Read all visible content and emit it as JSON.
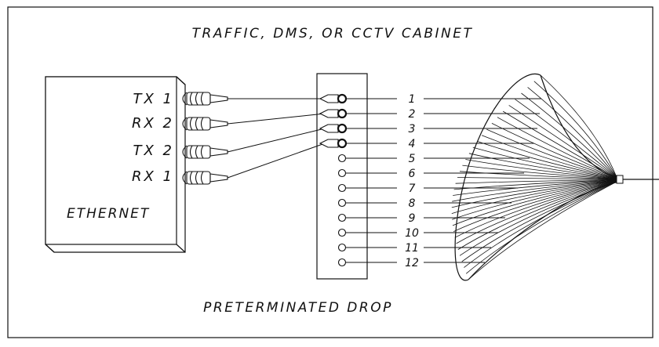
{
  "cabinet_title": "TRAFFIC, DMS, OR CCTV CABINET",
  "drop_title": "PRETERMINATED DROP",
  "ethernet_label": "ETHERNET",
  "ports": [
    "TX 1",
    "RX 2",
    "TX 2",
    "RX 1"
  ],
  "fiber_numbers": [
    "1",
    "2",
    "3",
    "4",
    "5",
    "6",
    "7",
    "8",
    "9",
    "10",
    "11",
    "12"
  ],
  "connections": [
    {
      "port": "TX 1",
      "fiber": "1"
    },
    {
      "port": "RX 2",
      "fiber": "2"
    },
    {
      "port": "TX 2",
      "fiber": "3"
    },
    {
      "port": "RX 1",
      "fiber": "4"
    }
  ]
}
